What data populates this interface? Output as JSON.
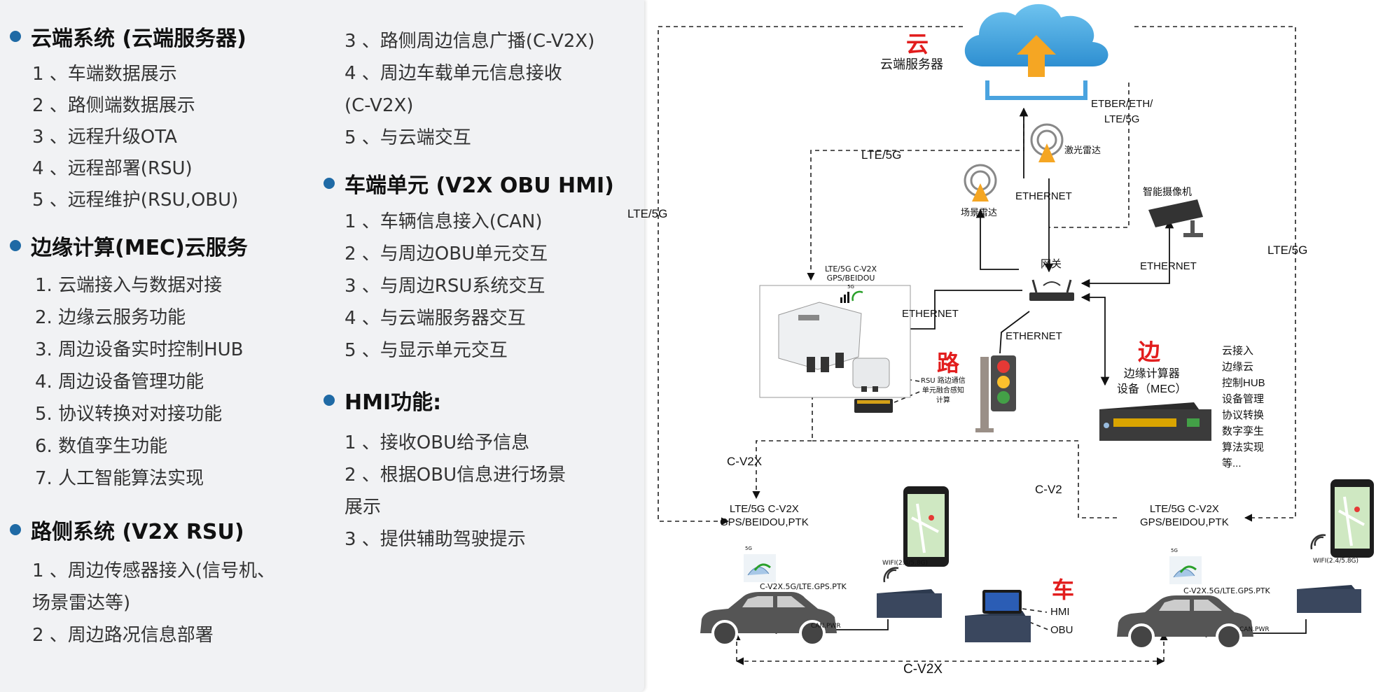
{
  "left_col1": {
    "cloud": {
      "title": "云端系统 (云端服务器)",
      "items": [
        "1 、车端数据展示",
        "2 、路侧端数据展示",
        "3 、远程升级OTA",
        "4 、远程部署(RSU)",
        "5 、远程维护(RSU,OBU)"
      ]
    },
    "mec": {
      "title": "边缘计算(MEC)云服务",
      "items": [
        "1. 云端接入与数据对接",
        "2. 边缘云服务功能",
        "3. 周边设备实时控制HUB",
        "4. 周边设备管理功能",
        "5. 协议转换对对接功能",
        "6. 数值孪生功能",
        "7. 人工智能算法实现"
      ]
    },
    "rsu": {
      "title": "路侧系统 (V2X RSU)",
      "items": [
        "1 、周边传感器接入(信号机、",
        "场景雷达等)",
        "2 、周边路况信息部署"
      ]
    }
  },
  "left_col2": {
    "rsu_cont": [
      "3 、路侧周边信息广播(C-V2X)",
      "4 、周边车载单元信息接收",
      "(C-V2X)",
      "5 、与云端交互"
    ],
    "obu": {
      "title": "车端单元 (V2X OBU HMI)",
      "items": [
        "1 、车辆信息接入(CAN)",
        "2 、与周边OBU单元交互",
        "3 、与周边RSU系统交互",
        "4 、与云端服务器交互",
        "5 、与显示单元交互"
      ]
    },
    "hmi": {
      "title": "HMI功能:",
      "items": [
        "1 、接收OBU给予信息",
        "2 、根据OBU信息进行场景",
        "展示",
        "3 、提供辅助驾驶提示"
      ]
    }
  },
  "diagram": {
    "cloud_big": "云",
    "cloud_label": "云端服务器",
    "lte_left": "LTE/5G",
    "lte_mid": "LTE/5G",
    "lte_right": "LTE/5G",
    "etber": [
      "ETBER/ETH/",
      "LTE/5G"
    ],
    "lidar": "激光雷达",
    "scene_radar": "场景雷达",
    "ethernet_top": "ETHERNET",
    "camera": "智能摄像机",
    "ethernet_cam": "ETHERNET",
    "gateway": "网关",
    "ethernet_rsu": "ETHERNET",
    "ethernet_light": "ETHERNET",
    "rsu_top": [
      "LTE/5G C-V2X",
      "GPS/BEIDOU"
    ],
    "rsu_5g": "5G",
    "road_big": "路",
    "rsu_desc": [
      "RSU 路边通信",
      "单元融合感知",
      "计算"
    ],
    "edge_big": "边",
    "edge_label": [
      "边缘计算器",
      "设备（MEC）"
    ],
    "edge_funcs": [
      "云接入",
      "边缘云",
      "控制HUB",
      "设备管理",
      "协议转换",
      "数字孪生",
      "算法实现",
      "等..."
    ],
    "cv2x_a": "C-V2X",
    "cv2x_b": "C-V2",
    "cv2x_bottom": "C-V2X",
    "car1_top": [
      "LTE/5G C-V2X",
      "GPS/BEIDOU,PTK"
    ],
    "car2_top": [
      "LTE/5G C-V2X",
      "GPS/BEIDOU,PTK"
    ],
    "car_big": "车",
    "hmi": "HMI",
    "obu": "OBU",
    "can1": "CAN.PWR",
    "can2": "CAN.PWR",
    "wifi1": "WIFI(2.4/5.8G)",
    "wifi2": "WIFI(2.4/5.8G)",
    "cvx1": "C-V2X.5G/LTE.GPS.PTK",
    "cvx2": "C-V2X.5G/LTE.GPS.PTK",
    "fiveg1": "5G",
    "fiveg2": "5G"
  }
}
